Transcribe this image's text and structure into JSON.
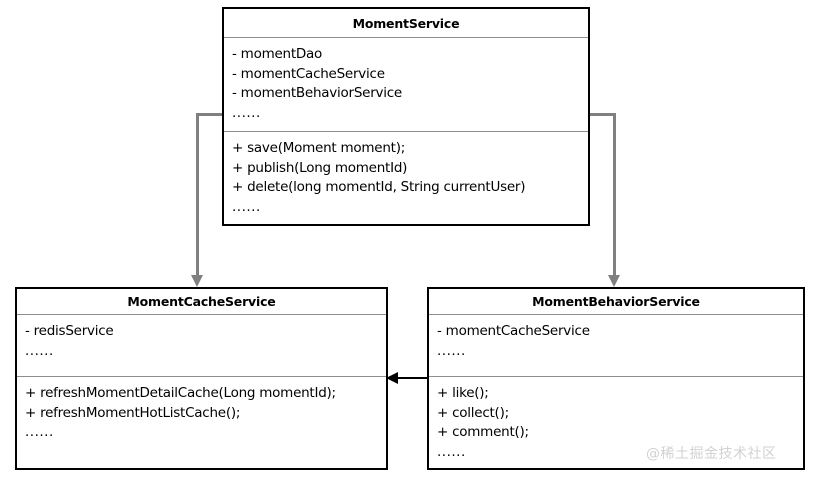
{
  "diagram": {
    "type": "uml-class-diagram",
    "background_color": "#ffffff",
    "classes": [
      {
        "name": "MomentService",
        "attributes": [
          "- momentDao",
          "- momentCacheService",
          "- momentBehaviorService"
        ],
        "attributes_ellipsis": "......",
        "methods": [
          "+ save(Moment moment);",
          "+ publish(Long momentId)",
          "+ delete(long momentId, String currentUser)"
        ],
        "methods_ellipsis": "......"
      },
      {
        "name": "MomentCacheService",
        "attributes": [
          "- redisService"
        ],
        "attributes_ellipsis": "......",
        "methods": [
          "+ refreshMomentDetailCache(Long momentId);",
          "+ refreshMomentHotListCache();"
        ],
        "methods_ellipsis": "......"
      },
      {
        "name": "MomentBehaviorService",
        "attributes": [
          "- momentCacheService"
        ],
        "attributes_ellipsis": "......",
        "methods": [
          "+ like();",
          "+ collect();",
          "+ comment();"
        ],
        "methods_ellipsis": "......"
      }
    ],
    "connectors": [
      {
        "from": "MomentService",
        "to": "MomentCacheService",
        "style": "elbow-arrow",
        "color": "#808080"
      },
      {
        "from": "MomentService",
        "to": "MomentBehaviorService",
        "style": "elbow-arrow",
        "color": "#808080"
      },
      {
        "from": "MomentBehaviorService",
        "to": "MomentCacheService",
        "style": "straight-arrow",
        "color": "#000000"
      }
    ]
  },
  "watermark": {
    "text": "@稀土掘金技术社区",
    "color": "#d2d2d2"
  }
}
